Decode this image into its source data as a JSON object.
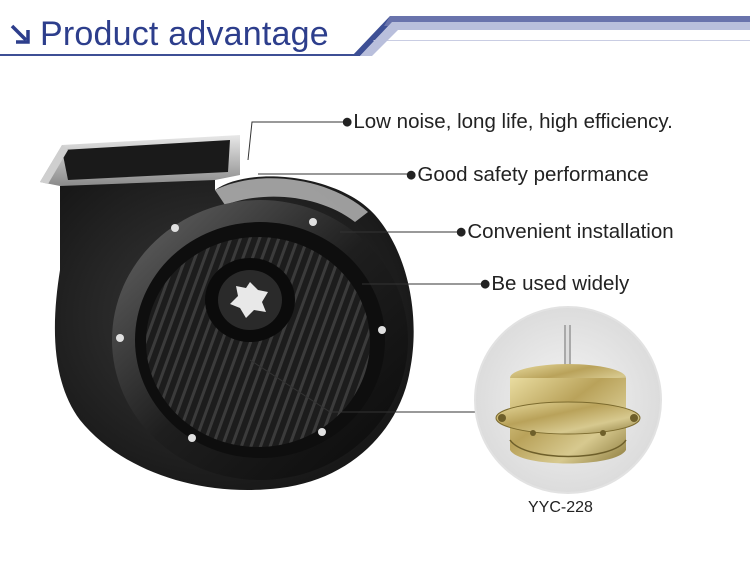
{
  "header": {
    "title": "Product advantage",
    "icon": "arrow-down-right-icon",
    "accent_color": "#2d3e8c",
    "banner_color": "#6c75ad"
  },
  "features": [
    {
      "label": "●Low noise, long life, high efficiency."
    },
    {
      "label": "●Good safety performance"
    },
    {
      "label": "●Convenient installation"
    },
    {
      "label": "●Be used widely"
    }
  ],
  "motor": {
    "caption": "YYC-228"
  }
}
